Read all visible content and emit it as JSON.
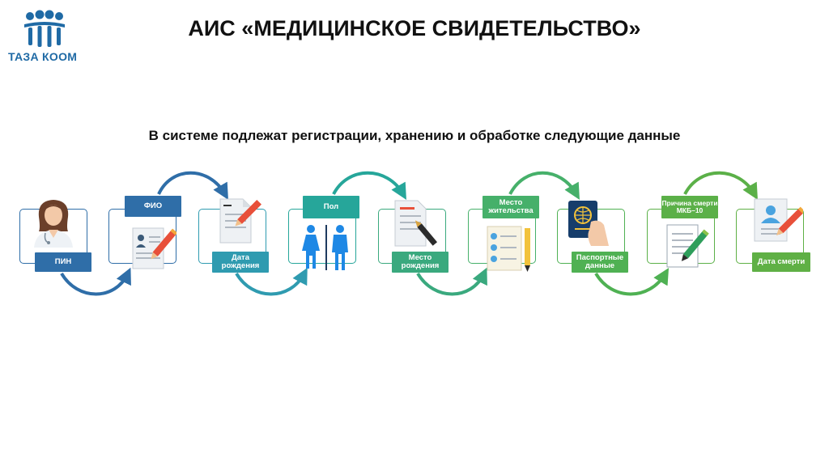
{
  "brand": {
    "name": "ТАЗА КООМ"
  },
  "title": "АИС «МЕДИЦИНСКОЕ СВИДЕТЕЛЬСТВО»",
  "subtitle": "В системе подлежат регистрации, хранению и обработке следующие данные",
  "steps": [
    {
      "label": "ПИН",
      "icon": "doctor-icon",
      "color": "#2f6ea8"
    },
    {
      "label": "ФИО",
      "icon": "id-form-icon",
      "color": "#2f6ea8"
    },
    {
      "label": "Дата рождения",
      "icon": "document-pen-icon",
      "color": "#2f9bb0"
    },
    {
      "label": "Пол",
      "icon": "gender-icon",
      "color": "#26a69a"
    },
    {
      "label": "Место рождения",
      "icon": "certificate-icon",
      "color": "#3aa97e"
    },
    {
      "label": "Место жительства",
      "icon": "checklist-icon",
      "color": "#46b06a"
    },
    {
      "label": "Паспортные данные",
      "icon": "passport-icon",
      "color": "#4fb153"
    },
    {
      "label": "Причина смерти МКБ–10",
      "icon": "clipboard-pen-icon",
      "color": "#5bb048"
    },
    {
      "label": "Дата смерти",
      "icon": "profile-document-icon",
      "color": "#5fb045"
    }
  ]
}
